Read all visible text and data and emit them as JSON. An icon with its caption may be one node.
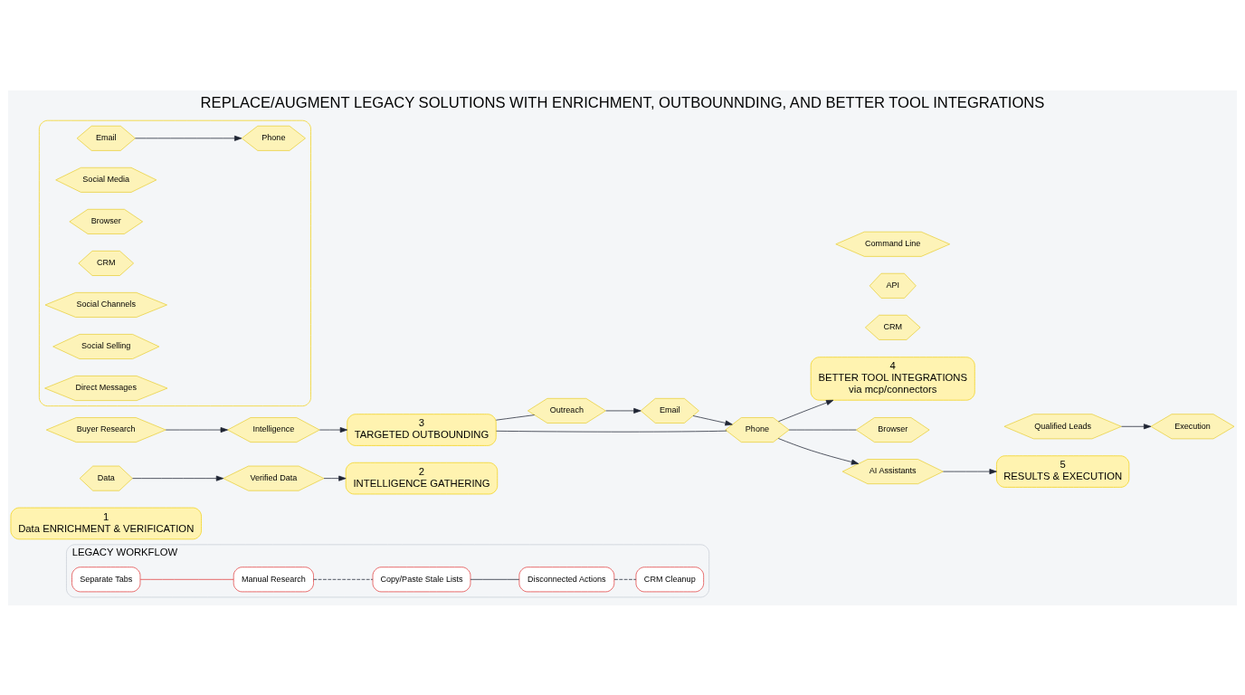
{
  "diagram": {
    "title": "REPLACE/AUGMENT LEGACY SOLUTIONS WITH ENRICHMENT, OUTBOUNNDING, AND BETTER TOOL INTEGRATIONS",
    "nodes": [
      {
        "text": [
          "LEGACY WORKFLOW"
        ]
      },
      {
        "text": [
          "Separate Tabs"
        ],
        "in": 0
      },
      {
        "text": [
          "Manual Research"
        ],
        "in": 0
      },
      {
        "text": [
          "Copy/Paste Stale Lists"
        ],
        "in": 0
      },
      {
        "text": [
          "Disconnected Actions"
        ],
        "in": 0
      },
      {
        "text": [
          "CRM Cleanup"
        ],
        "in": 0
      },
      {
        "text": [
          "1",
          "Data ENRICHMENT & VERIFICATION"
        ]
      },
      {
        "text": [
          "Data"
        ]
      },
      {
        "text": [
          "Verified Data"
        ]
      },
      {
        "text": [
          "2",
          "INTELLIGENCE GATHERING"
        ]
      },
      {
        "text": [
          "Buyer Research"
        ]
      },
      {
        "text": [
          "Intelligence"
        ]
      },
      {
        "text": [
          "3",
          "TARGETED OUTBOUNDING"
        ]
      },
      {
        "text": [
          "Outreach"
        ]
      },
      {
        "text": [
          "Email"
        ]
      },
      {
        "text": [
          "Phone"
        ]
      },
      {
        "text": [
          "4",
          "BETTER TOOL INTEGRATIONS",
          "via mcp/connectors"
        ]
      },
      {
        "text": [
          "Browser"
        ]
      },
      {
        "text": [
          "CRM"
        ]
      },
      {
        "text": [
          "API"
        ]
      },
      {
        "text": [
          "Command Line"
        ]
      },
      {
        "text": [
          "AI Assistants"
        ]
      },
      {
        "text": [
          "5",
          "RESULTS & EXECUTION"
        ]
      },
      {
        "text": [
          "Qualified Leads"
        ]
      },
      {
        "text": [
          "Execution"
        ]
      },
      {
        "text": [],
        "shape": "box"
      },
      {
        "text": [
          "Email"
        ],
        "in": 25
      },
      {
        "text": [
          "Phone"
        ],
        "in": 25
      },
      {
        "text": [
          "Social Media"
        ],
        "in": 25
      },
      {
        "text": [
          "Browser"
        ],
        "in": 25
      },
      {
        "text": [
          "CRM"
        ],
        "in": 25
      },
      {
        "text": [
          "Social Channels"
        ],
        "in": 25
      },
      {
        "text": [
          "Social Selling"
        ],
        "in": 25
      },
      {
        "text": [
          "Direct Messages"
        ],
        "in": 25
      }
    ],
    "edges": [
      {
        "from": 1,
        "to": 2,
        "arrow": "none",
        "color": "#e03c3c"
      },
      {
        "from": 2,
        "to": 3,
        "arrow": "none",
        "style": "dashed"
      },
      {
        "from": 3,
        "to": 4,
        "arrow": "none"
      },
      {
        "from": 4,
        "to": 5,
        "arrow": "none",
        "style": "dashed"
      },
      {
        "from": 7,
        "to": 8,
        "arrow": "to"
      },
      {
        "from": 8,
        "to": 9,
        "arrow": "to"
      },
      {
        "from": 10,
        "to": 11,
        "arrow": "to"
      },
      {
        "from": 11,
        "to": 12,
        "arrow": "to"
      },
      {
        "from": 12,
        "to": 13,
        "arrow": "none"
      },
      {
        "from": 12,
        "to": 15,
        "arrow": "none"
      },
      {
        "from": 13,
        "to": 14,
        "arrow": "to"
      },
      {
        "from": 14,
        "to": 15,
        "arrow": "to"
      },
      {
        "from": 15,
        "to": 16,
        "arrow": "to"
      },
      {
        "from": 15,
        "to": 17,
        "arrow": "none"
      },
      {
        "from": 15,
        "to": 21,
        "arrow": "to"
      },
      {
        "from": 21,
        "to": 22,
        "arrow": "to"
      },
      {
        "from": 23,
        "to": 24,
        "arrow": "to"
      },
      {
        "from": 26,
        "to": 27,
        "arrow": "to"
      }
    ]
  }
}
